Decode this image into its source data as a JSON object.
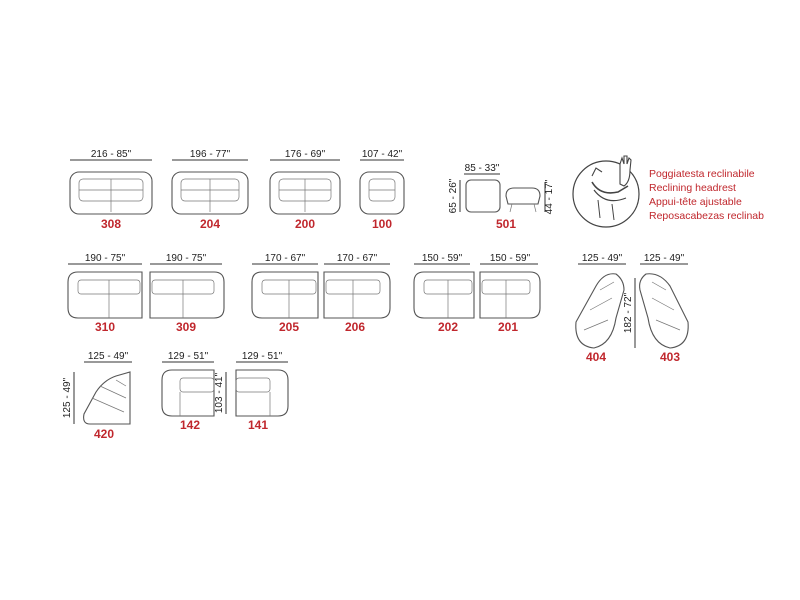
{
  "colors": {
    "code": "#c0272d",
    "legend": "#c0272d",
    "line": "#333333"
  },
  "row1": {
    "m308": {
      "code": "308",
      "width": "216 - 85\""
    },
    "m204": {
      "code": "204",
      "width": "196 - 77\""
    },
    "m200": {
      "code": "200",
      "width": "176 - 69\""
    },
    "m100": {
      "code": "100",
      "width": "107 - 42\""
    },
    "m501": {
      "code": "501",
      "width": "85 - 33\"",
      "depth": "65 - 26\"",
      "height": "44 - 17\""
    }
  },
  "legend": {
    "icon": "reclining-headrest-icon",
    "lines": [
      "Poggiatesta reclinabile",
      "Reclining headrest",
      "Appui-tête ajustable",
      "Reposacabezas reclinab"
    ]
  },
  "row2": {
    "m310": {
      "code": "310",
      "width": "190 - 75\""
    },
    "m309": {
      "code": "309",
      "width": "190 - 75\""
    },
    "m205": {
      "code": "205",
      "width": "170 - 67\""
    },
    "m206": {
      "code": "206",
      "width": "170 - 67\""
    },
    "m202": {
      "code": "202",
      "width": "150 - 59\""
    },
    "m201": {
      "code": "201",
      "width": "150 - 59\""
    }
  },
  "corners": {
    "m404": {
      "code": "404",
      "width": "125 - 49\""
    },
    "m403": {
      "code": "403",
      "width": "125 - 49\""
    },
    "depth": "182 - 72\""
  },
  "row3": {
    "m420": {
      "code": "420",
      "width": "125 - 49\"",
      "depth": "125 - 49\""
    },
    "m142": {
      "code": "142",
      "width": "129 - 51\""
    },
    "m141": {
      "code": "141",
      "width": "129 - 51\""
    },
    "depth": "103 - 41\""
  }
}
